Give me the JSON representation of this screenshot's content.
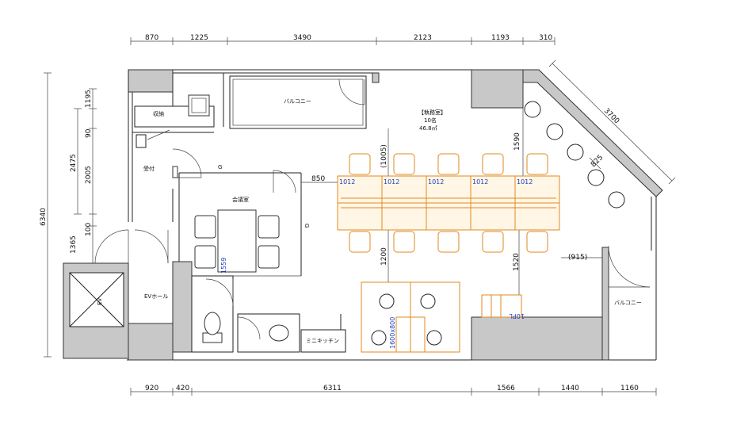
{
  "dimensions": {
    "top": [
      "870",
      "1225",
      "3490",
      "2123",
      "1193",
      "310"
    ],
    "bottom": [
      "920",
      "420",
      "6311",
      "1566",
      "1440",
      "1160"
    ],
    "left_total": "6340",
    "left_inner": [
      "1195",
      "90",
      "2475",
      "2005",
      "100",
      "1365"
    ],
    "diagonal": "3700",
    "diagonal_small": "825",
    "inner": {
      "d1005": "(1005)",
      "d1590": "1590",
      "d850": "850",
      "d1200": "1200",
      "d1520": "1520",
      "d915": "(915)"
    }
  },
  "rooms": {
    "balcony_top": "バルコニー",
    "office_title": "【執務室】",
    "office_capacity": "10名",
    "office_area": "46.8㎡",
    "storage": "収納",
    "reception": "受付",
    "meeting": "会議室",
    "ev_hall": "EVホール",
    "ev": "EV",
    "mini_kitchen": "ミニキッチン",
    "balcony_right": "バルコニー"
  },
  "furniture_labels": {
    "desk_width": "1012",
    "meeting_table": "1559",
    "lounge_table": "1600x800",
    "copier": "10PL"
  },
  "door_labels": {
    "g1": "G",
    "g2": "G"
  }
}
